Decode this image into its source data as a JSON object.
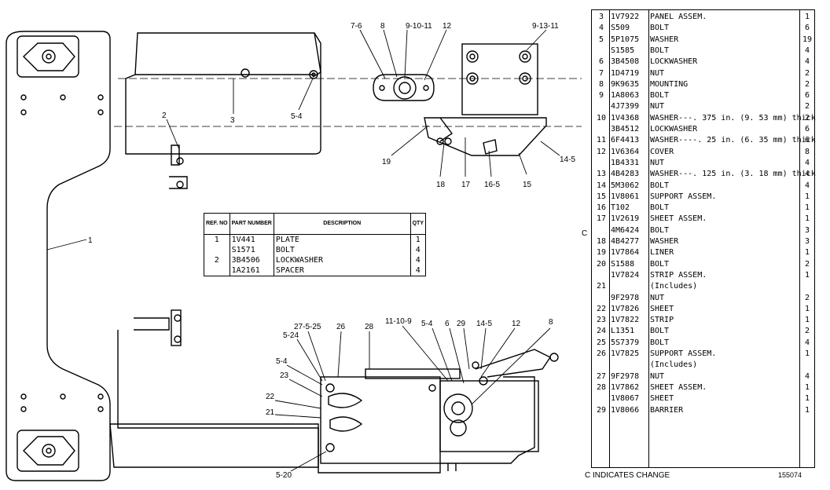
{
  "callouts": {
    "c_1": "1",
    "c_2": "2",
    "c_3": "3",
    "c_54a": "5-4",
    "c_76": "7-6",
    "c_8a": "8",
    "c_91011": "9-10-11",
    "c_12a": "12",
    "c_91311": "9-13-11",
    "c_19": "19",
    "c_18": "18",
    "c_17": "17",
    "c_165": "16-5",
    "c_15": "15",
    "c_145a": "14-5",
    "c_27525": "27-5-25",
    "c_26": "26",
    "c_28": "28",
    "c_11109": "11-10-9",
    "c_54b": "5-4",
    "c_6": "6",
    "c_29": "29",
    "c_145b": "14-5",
    "c_12b": "12",
    "c_8b": "8",
    "c_524": "5-24",
    "c_54c": "5-4",
    "c_23": "23",
    "c_22": "22",
    "c_21": "21",
    "c_520": "5-20"
  },
  "small_table": {
    "headers": {
      "ref": "REF. NO",
      "part": "PART NUMBER",
      "desc": "DESCRIPTION",
      "qty": "QTY"
    },
    "rows": [
      {
        "ref": "1",
        "part": "1V441",
        "desc": "PLATE",
        "qty": "1"
      },
      {
        "ref": "",
        "part": "S1571",
        "desc": "BOLT",
        "qty": "4"
      },
      {
        "ref": "2",
        "part": "3B4506",
        "desc": "LOCKWASHER",
        "qty": "4"
      },
      {
        "ref": "",
        "part": "1A2161",
        "desc": "SPACER",
        "qty": "4"
      }
    ]
  },
  "parts_list": [
    {
      "ref": "3",
      "part": "1V7922",
      "desc": "PANEL ASSEM.",
      "qty": "1"
    },
    {
      "ref": "4",
      "part": "S509",
      "desc": "BOLT",
      "qty": "6"
    },
    {
      "ref": "5",
      "part": "5P1075",
      "desc": "WASHER",
      "qty": "19"
    },
    {
      "ref": "",
      "part": "S1585",
      "desc": "BOLT",
      "qty": "4"
    },
    {
      "ref": "6",
      "part": "3B4508",
      "desc": "LOCKWASHER",
      "qty": "4"
    },
    {
      "ref": "7",
      "part": "1D4719",
      "desc": "NUT",
      "qty": "2"
    },
    {
      "ref": "8",
      "part": "9K9635",
      "desc": "MOUNTING",
      "qty": "2"
    },
    {
      "ref": "9",
      "part": "1A8063",
      "desc": "BOLT",
      "qty": "6"
    },
    {
      "ref": "",
      "part": "4J7399",
      "desc": "NUT",
      "qty": "2"
    },
    {
      "ref": "10",
      "part": "1V4368",
      "desc": "WASHER---. 375 in. (9. 53 mm) thick",
      "qty": "2"
    },
    {
      "ref": "",
      "part": "3B4512",
      "desc": "LOCKWASHER",
      "qty": "6"
    },
    {
      "ref": "11",
      "part": "6F4413",
      "desc": "WASHER----. 25 in. (6. 35 mm) thick",
      "qty": "6"
    },
    {
      "ref": "12",
      "part": "1V6364",
      "desc": "COVER",
      "qty": "8"
    },
    {
      "ref": "",
      "part": "1B4331",
      "desc": "NUT",
      "qty": "4"
    },
    {
      "ref": "13",
      "part": "4B4283",
      "desc": "WASHER---. 125 in. (3. 18 mm) thick",
      "qty": "4"
    },
    {
      "ref": "14",
      "part": "5M3062",
      "desc": "BOLT",
      "qty": "4"
    },
    {
      "ref": "15",
      "part": "1V8061",
      "desc": "SUPPORT ASSEM.",
      "qty": "1"
    },
    {
      "ref": "16",
      "part": "T102",
      "desc": "BOLT",
      "qty": "1"
    },
    {
      "ref": "17",
      "part": "1V2619",
      "desc": "SHEET ASSEM.",
      "qty": "1"
    },
    {
      "ref": "",
      "part": "4M6424",
      "desc": "BOLT",
      "qty": "3"
    },
    {
      "ref": "18",
      "part": "4B4277",
      "desc": "WASHER",
      "qty": "3"
    },
    {
      "ref": "19",
      "part": "1V7864",
      "desc": "LINER",
      "qty": "1"
    },
    {
      "ref": "20",
      "part": "S1588",
      "desc": "BOLT",
      "qty": "2"
    },
    {
      "ref": "",
      "part": "1V7824",
      "desc": "STRIP ASSEM.",
      "qty": "1"
    },
    {
      "ref": "21",
      "part": "",
      "desc": "(Includes)",
      "qty": ""
    },
    {
      "ref": "",
      "part": "9F2978",
      "desc": "NUT",
      "qty": "2"
    },
    {
      "ref": "22",
      "part": "1V7826",
      "desc": "SHEET",
      "qty": "1"
    },
    {
      "ref": "23",
      "part": "1V7822",
      "desc": "STRIP",
      "qty": "1"
    },
    {
      "ref": "24",
      "part": "L1351",
      "desc": "BOLT",
      "qty": "2"
    },
    {
      "ref": "25",
      "part": "5S7379",
      "desc": "BOLT",
      "qty": "4"
    },
    {
      "ref": "26",
      "part": "1V7825",
      "desc": "SUPPORT ASSEM.",
      "qty": "1"
    },
    {
      "ref": "",
      "part": "",
      "desc": "(Includes)",
      "qty": ""
    },
    {
      "ref": "27",
      "part": "9F2978",
      "desc": "NUT",
      "qty": "4"
    },
    {
      "ref": "28",
      "part": "1V7862",
      "desc": "SHEET ASSEM.",
      "qty": "1"
    },
    {
      "ref": "",
      "part": "1V8067",
      "desc": "SHEET",
      "qty": "1"
    },
    {
      "ref": "29",
      "part": "1V8066",
      "desc": "BARRIER",
      "qty": "1"
    }
  ],
  "change_marker": "C",
  "footer_note": "C INDICATES CHANGE",
  "figure_number": "155074"
}
